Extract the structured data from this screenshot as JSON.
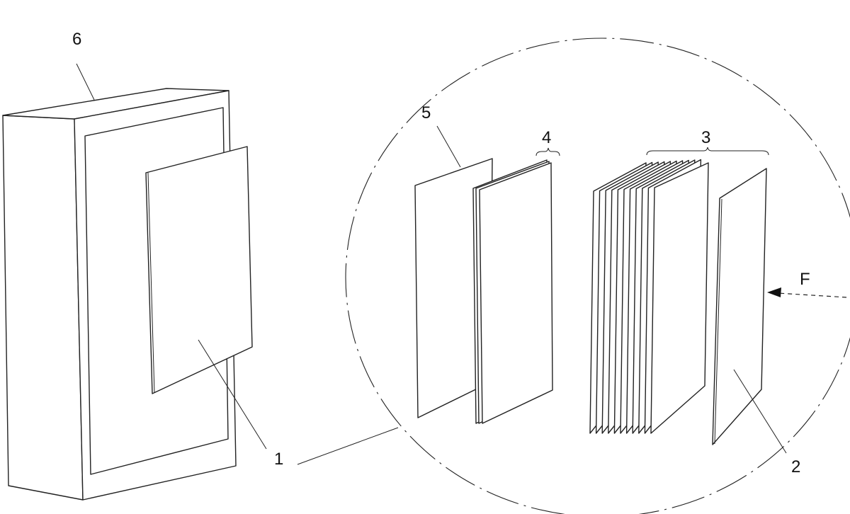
{
  "figure": {
    "labels": {
      "housing": "6",
      "filter_insert": "1",
      "pre_filter": "2",
      "pleated_stack": "3",
      "layer_group": "4",
      "cover_sheet": "5",
      "flow_direction": "F"
    },
    "pleated_sheet_count": 11
  }
}
